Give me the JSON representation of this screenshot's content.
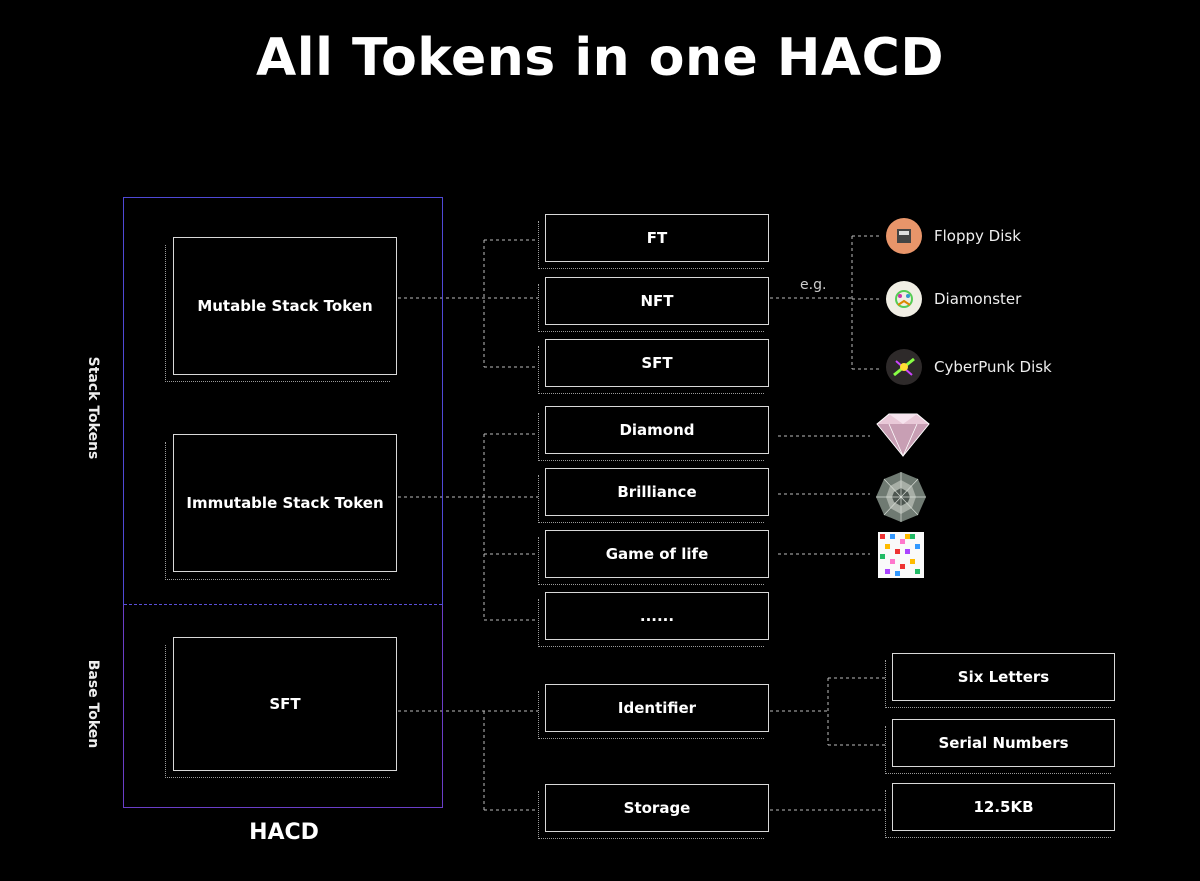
{
  "title": "All Tokens in one HACD",
  "frame": {
    "label": "HACD",
    "stack_label": "Stack Tokens",
    "base_label": "Base Token"
  },
  "left": {
    "mutable": "Mutable Stack Token",
    "immutable": "Immutable Stack Token",
    "base": "SFT"
  },
  "mutable_items": [
    "FT",
    "NFT",
    "SFT"
  ],
  "immutable_items": [
    "Diamond",
    "Brilliance",
    "Game of life",
    "......"
  ],
  "base_items": [
    "Identifier",
    "Storage"
  ],
  "identifier_items": [
    "Six Letters",
    "Serial Numbers"
  ],
  "storage_items": [
    "12.5KB"
  ],
  "eg_label": "e.g.",
  "nft_examples": [
    "Floppy Disk",
    "Diamonster",
    "CyberPunk Disk"
  ],
  "immutable_examples": [
    "diamond-gem-icon",
    "brilliance-gem-icon",
    "game-of-life-grid-icon"
  ],
  "colors": {
    "frame": "#4f49d6",
    "frame_base": "#6a3ec8",
    "background": "#000000",
    "box_border": "#d8d8d8"
  }
}
